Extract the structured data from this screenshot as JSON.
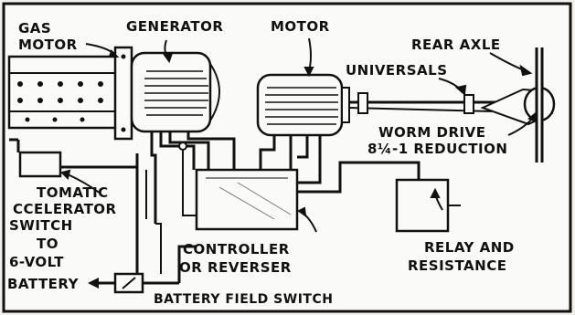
{
  "labels": {
    "gas_motor_1": "GAS",
    "gas_motor_2": "MOTOR",
    "generator": "GENERATOR",
    "motor": "MOTOR",
    "rear_axle": "REAR AXLE",
    "universals": "UNIVERSALS",
    "worm_drive_1": "WORM DRIVE",
    "worm_drive_2": "8¼-1 REDUCTION",
    "accelerator_1": "TOMATIC",
    "accelerator_2": "CCELERATOR",
    "accelerator_3": "SWITCH",
    "battery_1": "TO",
    "battery_2": "6-VOLT",
    "battery_3": "BATTERY",
    "controller_1": "CONTROLLER",
    "controller_2": "OR REVERSER",
    "relay_1": "RELAY AND",
    "relay_2": "RESISTANCE",
    "field_switch": "BATTERY FIELD SWITCH"
  },
  "colors": {
    "ink": "#111111",
    "paper": "#fafaf8",
    "background": "#f2f1ee"
  }
}
